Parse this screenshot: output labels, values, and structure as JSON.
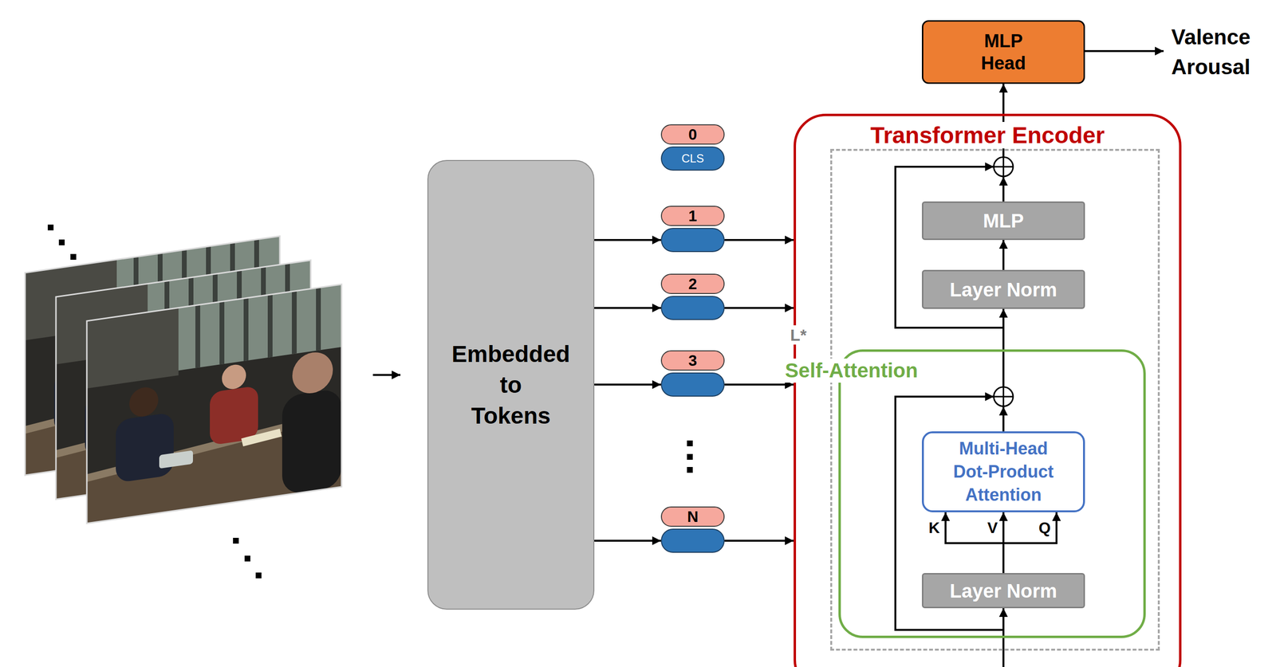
{
  "diagram": {
    "nodes": [
      {
        "text": [
          "Embedded to Tokens"
        ]
      },
      {
        "text": [
          "0",
          "CLS"
        ]
      },
      {
        "text": [
          "1"
        ]
      },
      {
        "text": [
          "2"
        ]
      },
      {
        "text": [
          "3"
        ]
      },
      {
        "text": [
          "N"
        ]
      },
      {
        "text": [
          "MLP Head"
        ]
      },
      {
        "text": [
          "Transformer Encoder"
        ]
      },
      {
        "text": [
          "L*"
        ],
        "in": 7
      },
      {
        "text": [
          "MLP"
        ],
        "in": 8
      },
      {
        "text": [
          "Layer Norm"
        ],
        "in": 8
      },
      {
        "text": [
          "Self-Attention"
        ],
        "in": 8
      },
      {
        "text": [
          "Multi-Head Dot-Product Attention"
        ],
        "in": 11
      },
      {
        "text": [
          "Layer Norm"
        ],
        "in": 11
      }
    ],
    "edges": [
      {
        "from": 0,
        "to": 2,
        "arrow": "to"
      },
      {
        "from": 0,
        "to": 3,
        "arrow": "to"
      },
      {
        "from": 0,
        "to": 4,
        "arrow": "to"
      },
      {
        "from": 0,
        "to": 5,
        "arrow": "to"
      },
      {
        "from": 2,
        "to": 7,
        "arrow": "to"
      },
      {
        "from": 3,
        "to": 7,
        "arrow": "to"
      },
      {
        "from": 4,
        "to": 7,
        "arrow": "to"
      },
      {
        "from": 5,
        "to": 7,
        "arrow": "to"
      },
      {
        "from": 13,
        "to": 12,
        "label": "K",
        "arrow": "to"
      },
      {
        "from": 13,
        "to": 12,
        "label": "V",
        "arrow": "to"
      },
      {
        "from": 13,
        "to": 12,
        "label": "Q",
        "arrow": "to"
      },
      {
        "from": 12,
        "to": 10,
        "arrow": "to"
      },
      {
        "from": 10,
        "to": 9,
        "arrow": "to"
      },
      {
        "from": 9,
        "to": 6,
        "arrow": "to"
      }
    ],
    "labels": [
      "Valence",
      "Arousal"
    ]
  }
}
